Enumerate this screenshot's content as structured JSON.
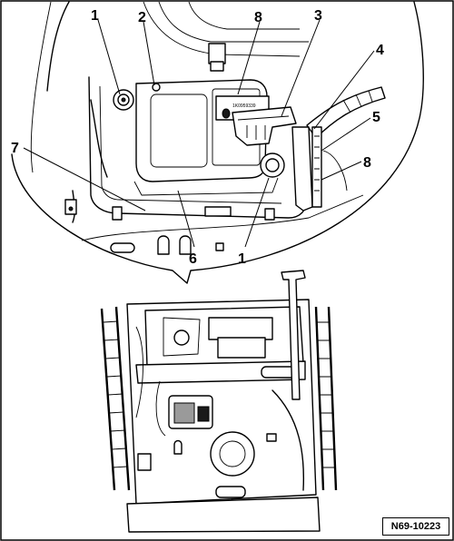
{
  "figure": {
    "reference_code": "N69-10223",
    "part_label_text": "1K0959339",
    "callouts": [
      {
        "id": "c1-top",
        "label": "1"
      },
      {
        "id": "c2",
        "label": "2"
      },
      {
        "id": "c8-top",
        "label": "8"
      },
      {
        "id": "c3",
        "label": "3"
      },
      {
        "id": "c4",
        "label": "4"
      },
      {
        "id": "c5",
        "label": "5"
      },
      {
        "id": "c8-right",
        "label": "8"
      },
      {
        "id": "c7",
        "label": "7"
      },
      {
        "id": "c6",
        "label": "6"
      },
      {
        "id": "c1-bottom",
        "label": "1"
      }
    ]
  }
}
